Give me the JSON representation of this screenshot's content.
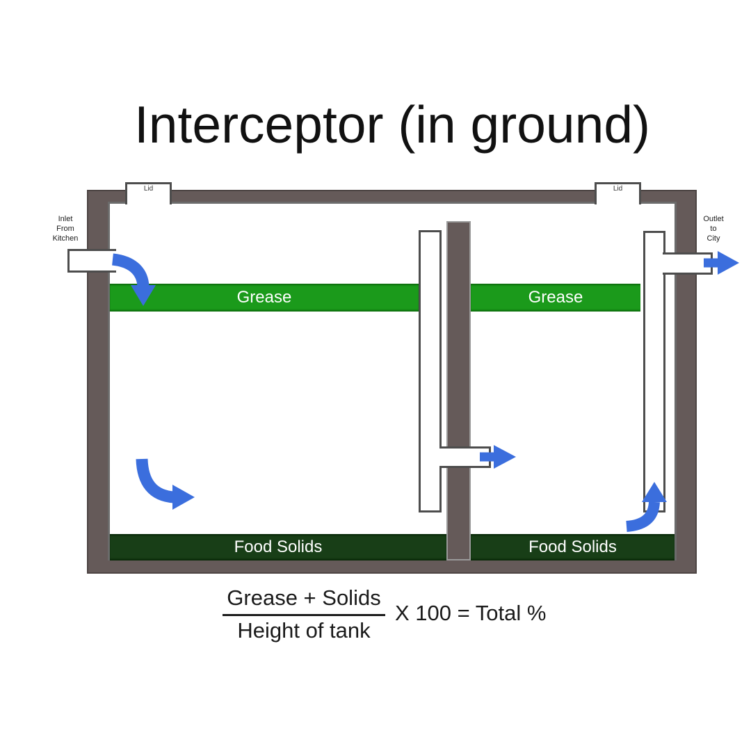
{
  "title": "Interceptor (in ground)",
  "colors": {
    "wall": "#655a59",
    "wall_outline": "#4c4443",
    "grease": "#1b9a1b",
    "food_solids": "#183e17",
    "arrow_blue": "#3b6edd",
    "pipe_outline": "#4d4d4d",
    "divider_outline": "#9a9a9a",
    "text": "#1a1a1a"
  },
  "tank": {
    "lids": [
      {
        "label": "Lid"
      },
      {
        "label": "Lid"
      }
    ],
    "inlet_label": {
      "lines": [
        "Inlet",
        "From",
        "Kitchen"
      ]
    },
    "outlet_label": {
      "lines": [
        "Outlet",
        "to",
        "City"
      ]
    },
    "chambers": [
      {
        "grease_label": "Grease",
        "solids_label": "Food Solids"
      },
      {
        "grease_label": "Grease",
        "solids_label": "Food Solids"
      }
    ]
  },
  "arrows": {
    "inlet_flow": "curved-arrow-down-icon",
    "chamber1_flow": "curved-arrow-right-icon",
    "crossover_flow": "arrow-right-icon",
    "outlet_flow": "arrow-right-icon",
    "chamber2_flow": "curved-arrow-up-icon"
  },
  "formula": {
    "numerator": "Grease + Solids",
    "denominator": "Height of tank",
    "suffix": "X 100 = Total %"
  }
}
